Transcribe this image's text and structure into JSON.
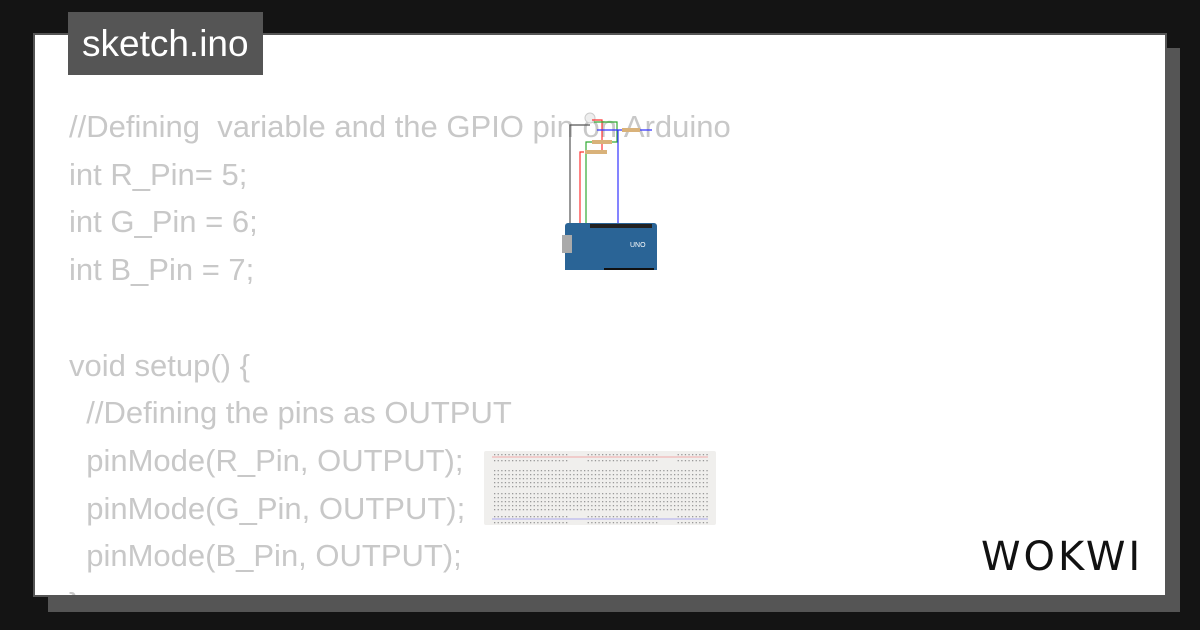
{
  "title": "sketch.ino",
  "code_lines": [
    "//Defining  variable and the GPIO pin on Arduino",
    "int R_Pin= 5;",
    "int G_Pin = 6;",
    "int B_Pin = 7;",
    "",
    "void setup() {",
    "  //Defining the pins as OUTPUT",
    "  pinMode(R_Pin, OUTPUT);",
    "  pinMode(G_Pin, OUTPUT);",
    "  pinMode(B_Pin, OUTPUT);",
    "}"
  ],
  "board_label": "UNO",
  "logo": "WOKWI",
  "colors": {
    "background": "#141414",
    "title_bg": "#555555",
    "board": "#2a6496",
    "wire_red": "#ff3333",
    "wire_green": "#33aa33",
    "wire_blue": "#3333ff"
  }
}
